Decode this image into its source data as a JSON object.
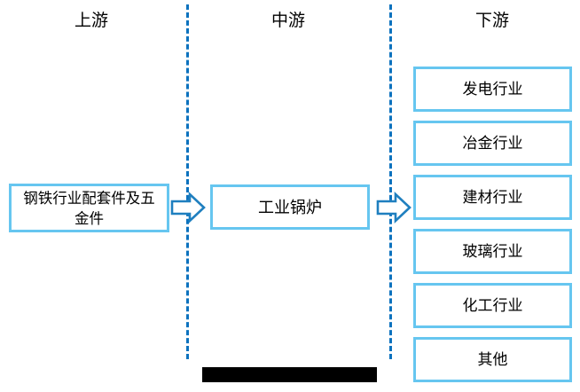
{
  "diagram": {
    "columns": [
      {
        "id": "upstream",
        "label": "上游"
      },
      {
        "id": "midstream",
        "label": "中游"
      },
      {
        "id": "downstream",
        "label": "下游"
      }
    ],
    "upstream": {
      "box_label": "钢铁行业配套件及五金件"
    },
    "midstream": {
      "box_label": "工业锅炉"
    },
    "downstream": {
      "boxes": [
        {
          "label": "发电行业"
        },
        {
          "label": "冶金行业"
        },
        {
          "label": "建材行业"
        },
        {
          "label": "玻璃行业"
        },
        {
          "label": "化工行业"
        },
        {
          "label": "其他"
        }
      ]
    },
    "arrows": [
      {
        "id": "arrow-upstream-to-midstream",
        "icon": "right-block-arrow-icon"
      },
      {
        "id": "arrow-midstream-to-downstream",
        "icon": "right-block-arrow-icon"
      }
    ],
    "redaction": {
      "label": ""
    },
    "colors": {
      "box_border": "#66C6F0",
      "divider": "#0C72BE",
      "arrow_stroke": "#1F7FBF",
      "text": "#000000",
      "background": "#FFFFFF",
      "redaction": "#000000"
    }
  }
}
